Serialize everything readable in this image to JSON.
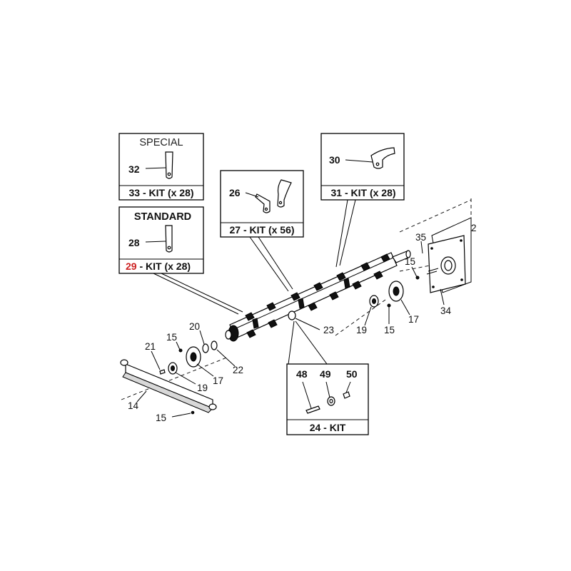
{
  "kits": {
    "special": {
      "header": "SPECIAL",
      "part": "32",
      "caption": "33 - KIT (x 28)"
    },
    "standard": {
      "header": "STANDARD",
      "part": "28",
      "caption_num": "29",
      "caption_rest": " - KIT (x 28)"
    },
    "kit27": {
      "part": "26",
      "caption": "27 - KIT (x 56)"
    },
    "kit31": {
      "part": "30",
      "caption": "31 - KIT (x 28)"
    },
    "kit24": {
      "parts": [
        "48",
        "49",
        "50"
      ],
      "caption": "24 - KIT"
    }
  },
  "callouts": {
    "p35": "35",
    "p15a": "15",
    "p34": "34",
    "p23": "23",
    "p19a": "19",
    "p15b": "15",
    "p17a": "17",
    "p20": "20",
    "p15c": "15",
    "p21": "21",
    "p22": "22",
    "p17b": "17",
    "p19b": "19",
    "p14": "14",
    "p15d": "15",
    "p2": "2"
  },
  "colors": {
    "line": "#000000",
    "highlight": "#cc1f1f"
  }
}
